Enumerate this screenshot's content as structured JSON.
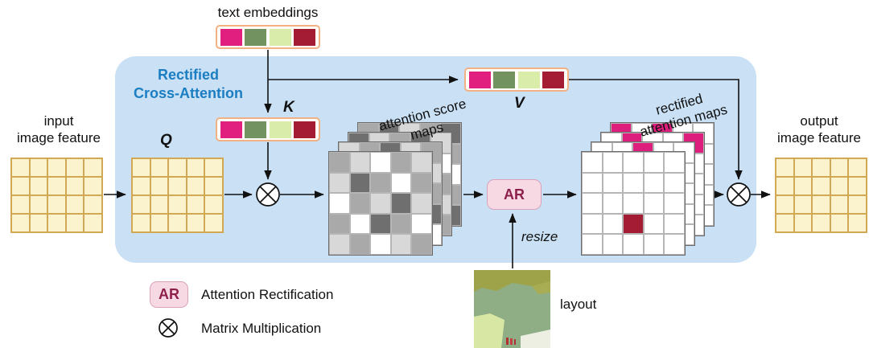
{
  "labels": {
    "text_embeddings": "text embeddings",
    "rca_line1": "Rectified",
    "rca_line2": "Cross-Attention",
    "input_line1": "input",
    "input_line2": "image feature",
    "q": "Q",
    "k": "K",
    "v": "V",
    "score_maps_line1": "attention score",
    "score_maps_line2": "maps",
    "ar": "AR",
    "resize": "resize",
    "layout": "layout",
    "rectified_line1": "rectified",
    "rectified_line2": "attention maps",
    "output_line1": "output",
    "output_line2": "image feature"
  },
  "legend": {
    "ar_symbol": "AR",
    "ar_label": "Attention Rectification",
    "matmul_label": "Matrix Multiplication"
  },
  "colors": {
    "panel": "#C9E0F5",
    "title_blue": "#1B7EC2",
    "embedding_tokens": [
      "#E01F7E",
      "#72935F",
      "#D9ECA9",
      "#A31C34"
    ],
    "feature_fill": "#FBF2CE",
    "feature_line": "#D2A855",
    "ar_bg": "#F7D9E4",
    "ar_border": "#D9A3BC",
    "ar_text": "#8E1F4B"
  },
  "feature_grid": {
    "rows": 4,
    "cols": 5
  },
  "score_maps": {
    "palette": {
      "w": "#FFFFFF",
      "l": "#D8D8D8",
      "m": "#A9A9A9",
      "d": "#6F6F6F"
    },
    "layers": [
      [
        [
          "m",
          "d",
          "l",
          "m",
          "d"
        ],
        [
          "l",
          "m",
          "d",
          "w",
          "m"
        ],
        [
          "d",
          "l",
          "m",
          "m",
          "w"
        ],
        [
          "m",
          "w",
          "l",
          "d",
          "m"
        ],
        [
          "l",
          "m",
          "w",
          "m",
          "d"
        ]
      ],
      [
        [
          "d",
          "l",
          "m",
          "d",
          "l"
        ],
        [
          "m",
          "d",
          "l",
          "m",
          "w"
        ],
        [
          "l",
          "m",
          "w",
          "l",
          "m"
        ],
        [
          "d",
          "w",
          "m",
          "m",
          "l"
        ],
        [
          "m",
          "l",
          "d",
          "w",
          "m"
        ]
      ],
      [
        [
          "l",
          "m",
          "d",
          "l",
          "m"
        ],
        [
          "d",
          "l",
          "m",
          "w",
          "l"
        ],
        [
          "m",
          "w",
          "l",
          "d",
          "m"
        ],
        [
          "l",
          "m",
          "w",
          "m",
          "d"
        ],
        [
          "w",
          "d",
          "m",
          "l",
          "w"
        ]
      ],
      [
        [
          "m",
          "l",
          "w",
          "m",
          "l"
        ],
        [
          "l",
          "d",
          "m",
          "w",
          "m"
        ],
        [
          "w",
          "m",
          "l",
          "d",
          "l"
        ],
        [
          "m",
          "w",
          "d",
          "m",
          "w"
        ],
        [
          "l",
          "m",
          "w",
          "l",
          "m"
        ]
      ]
    ]
  },
  "rectified_maps": {
    "palette": {
      "w": "#FFFFFF",
      "p": "#DE1E7C",
      "g": "#72935F",
      "lg": "#D9ECA9",
      "r": "#A31C34"
    },
    "layers": [
      [
        [
          "p",
          "w",
          "p",
          "w",
          "w"
        ],
        [
          "w",
          "w",
          "w",
          "w",
          "w"
        ],
        [
          "g",
          "w",
          "w",
          "w",
          "w"
        ],
        [
          "w",
          "w",
          "w",
          "w",
          "w"
        ],
        [
          "w",
          "w",
          "w",
          "w",
          "w"
        ]
      ],
      [
        [
          "w",
          "p",
          "w",
          "w",
          "p"
        ],
        [
          "g",
          "w",
          "w",
          "w",
          "w"
        ],
        [
          "w",
          "w",
          "w",
          "w",
          "w"
        ],
        [
          "w",
          "w",
          "w",
          "w",
          "w"
        ],
        [
          "w",
          "w",
          "w",
          "w",
          "w"
        ]
      ],
      [
        [
          "w",
          "w",
          "p",
          "w",
          "w"
        ],
        [
          "lg",
          "w",
          "w",
          "w",
          "w"
        ],
        [
          "w",
          "w",
          "w",
          "w",
          "w"
        ],
        [
          "w",
          "w",
          "w",
          "w",
          "w"
        ],
        [
          "w",
          "w",
          "w",
          "w",
          "w"
        ]
      ],
      [
        [
          "w",
          "w",
          "w",
          "w",
          "w"
        ],
        [
          "w",
          "w",
          "w",
          "w",
          "w"
        ],
        [
          "w",
          "w",
          "w",
          "w",
          "w"
        ],
        [
          "w",
          "w",
          "r",
          "w",
          "w"
        ],
        [
          "w",
          "w",
          "w",
          "w",
          "w"
        ]
      ]
    ]
  }
}
